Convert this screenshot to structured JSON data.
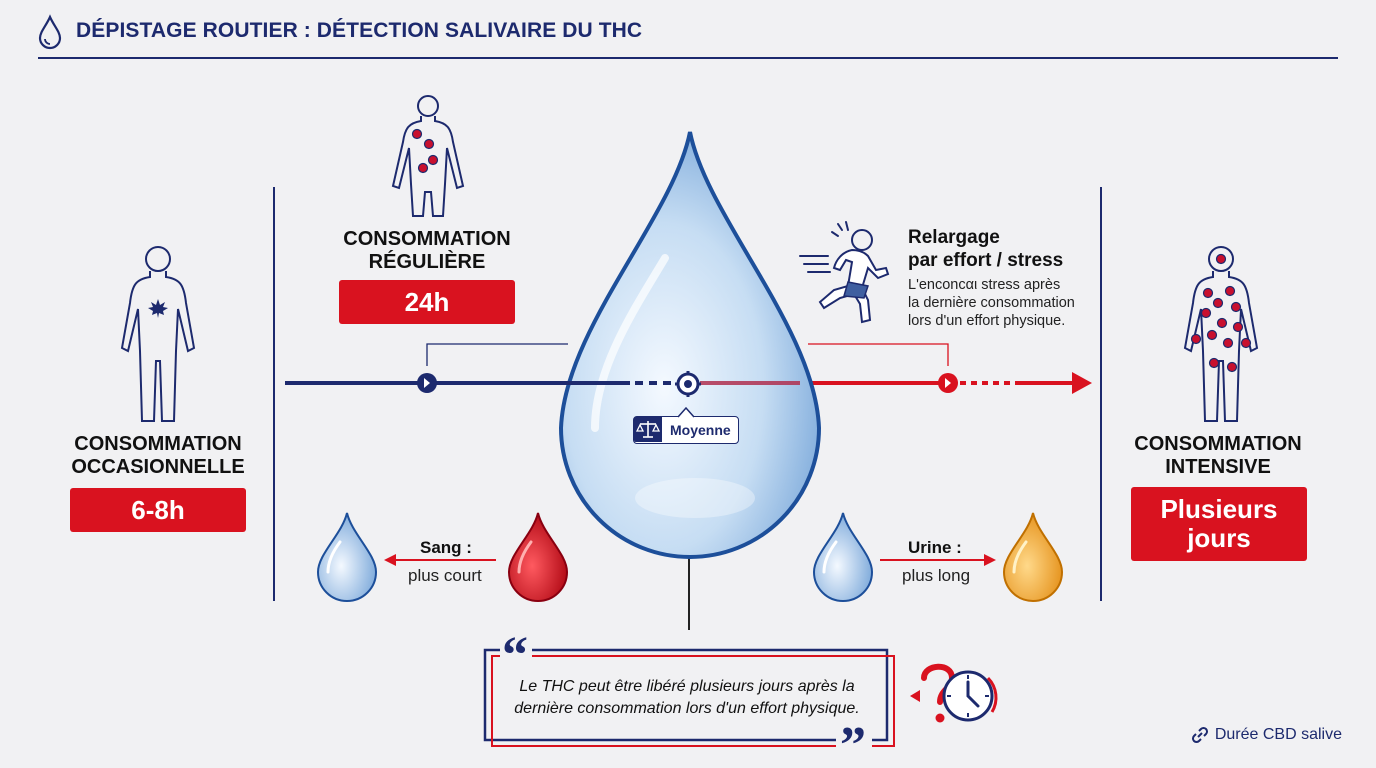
{
  "header": {
    "title": "DÉPISTAGE ROUTIER : DÉTECTION SALIVAIRE DU THC"
  },
  "levels": {
    "occasional": {
      "label_line1": "CONSOMMATION",
      "label_line2": "OCCASIONNELLE",
      "duration": "6-8h"
    },
    "regular": {
      "label_line1": "CONSOMMATION",
      "label_line2": "RÉGULIÈRE",
      "duration": "24h"
    },
    "intensive": {
      "label_line1": "CONSOMMATION",
      "label_line2": "INTENSIVE",
      "duration_line1": "Plusieurs",
      "duration_line2": "jours"
    }
  },
  "center": {
    "badge": "Moyenne"
  },
  "release": {
    "title_line1": "Relargage",
    "title_line2": "par effort / stress",
    "desc_line1": "L'enconcαι stress après",
    "desc_line2": "la dernière consommation",
    "desc_line3": "lors d'un effort physique."
  },
  "comparisons": {
    "blood": {
      "title": "Sang :",
      "desc": "plus court"
    },
    "urine": {
      "title": "Urine :",
      "desc": "plus long"
    }
  },
  "quote": {
    "line1": "Le THC peut être libéré plusieurs jours après la",
    "line2": "dernière consommation lors d'un effort physique."
  },
  "footer": {
    "link": "Durée CBD salive"
  },
  "colors": {
    "navy": "#1d2a6e",
    "red": "#d9121f",
    "background": "#f1f1f3",
    "urine": "#f2a22c"
  }
}
